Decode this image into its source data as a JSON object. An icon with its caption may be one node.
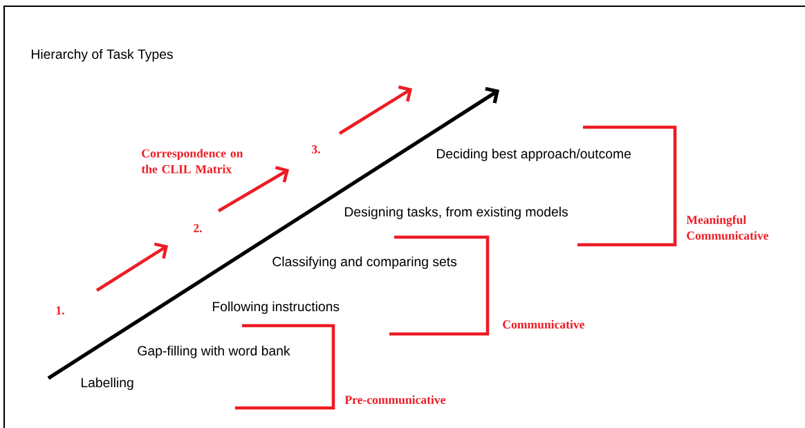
{
  "diagram": {
    "title": "Hierarchy of Task Types",
    "labels": [
      "Correspondence on the CLIL Matrix",
      "3.",
      "2.",
      "1.",
      "Deciding best approach/outcome",
      "Designing tasks, from existing models",
      "Meaningful Communicative",
      "Classifying and comparing sets",
      "Following instructions",
      "Communicative",
      "Gap-filling with word bank",
      "Labelling",
      "Pre-communicative"
    ]
  }
}
